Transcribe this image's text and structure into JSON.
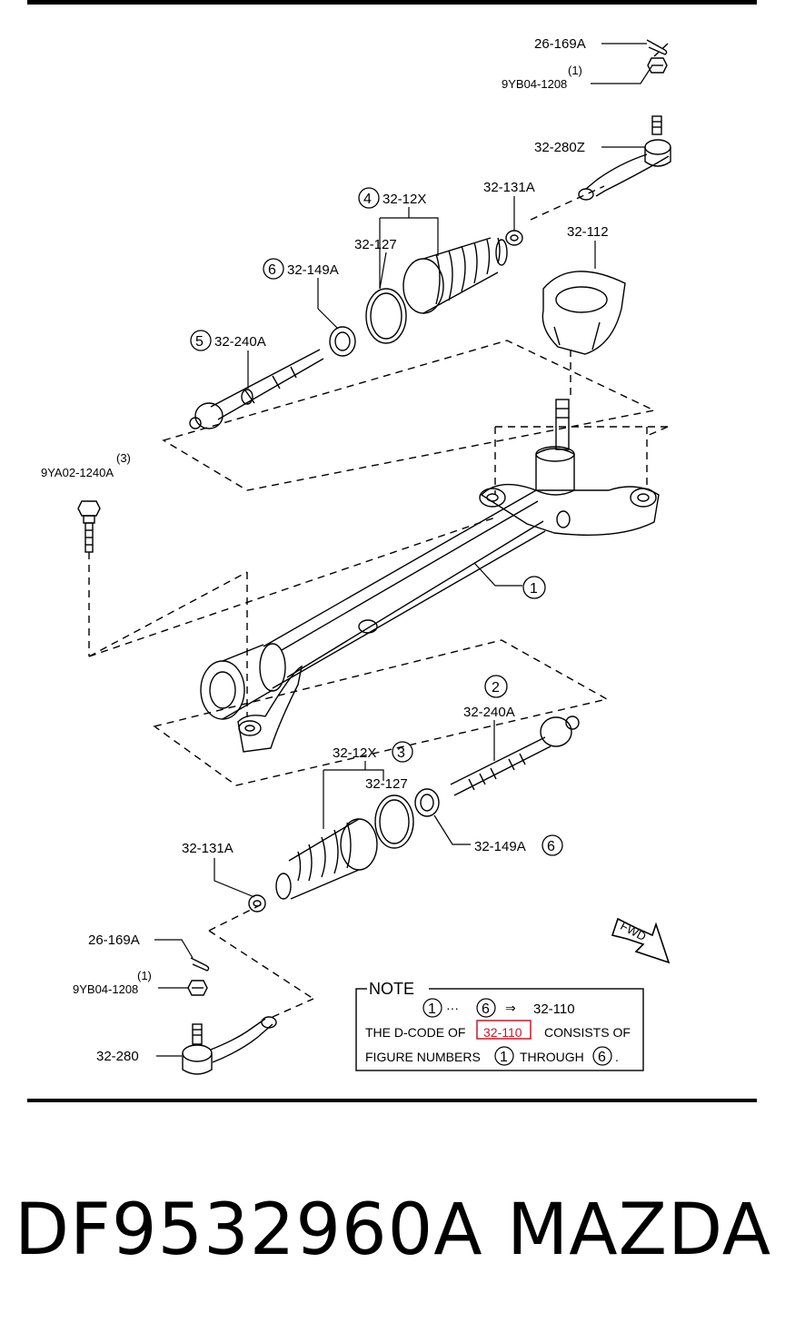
{
  "labels": {
    "cotter_pin_top": "26-169A",
    "nut_top_qty": "(1)",
    "nut_top": "9YB04-1208",
    "tie_rod_end_top": "32-280Z",
    "boot_set_top_num": "4",
    "boot_set_top": "32-12X",
    "clamp_top_right": "32-131A",
    "clamp_top_left": "32-127",
    "washer_top_num": "6",
    "washer_top": "32-149A",
    "inner_rod_top_num": "5",
    "inner_rod_top": "32-240A",
    "mount_cover": "32-112",
    "bolt_qty": "(3)",
    "bolt": "9YA02-1240A",
    "gear_body_num": "1",
    "inner_rod_bottom_num": "2",
    "inner_rod_bottom": "32-240A",
    "boot_set_bottom": "32-12X",
    "boot_set_bottom_num": "3",
    "clamp_bottom_right": "32-127",
    "washer_bottom": "32-149A",
    "washer_bottom_num": "6",
    "clamp_bottom_left": "32-131A",
    "cotter_pin_bottom": "26-169A",
    "nut_bottom_qty": "(1)",
    "nut_bottom": "9YB04-1208",
    "tie_rod_end_bottom": "32-280",
    "fwd": "FWD"
  },
  "note": {
    "title": "NOTE",
    "range_start": "1",
    "range_dots": "···",
    "range_end": "6",
    "arrow": "⇒",
    "code": "32-110",
    "line2_a": "THE D-CODE OF",
    "line2_code": "32-110",
    "line2_b": "CONSISTS OF",
    "line3_a": "FIGURE NUMBERS",
    "line3_num1": "1",
    "line3_mid": "THROUGH",
    "line3_num2": "6",
    "line3_end": "."
  },
  "footer": {
    "part_number": "DF9532960A",
    "brand": "MAZDA"
  },
  "colors": {
    "highlight": "#c8182a",
    "line": "#000000"
  }
}
